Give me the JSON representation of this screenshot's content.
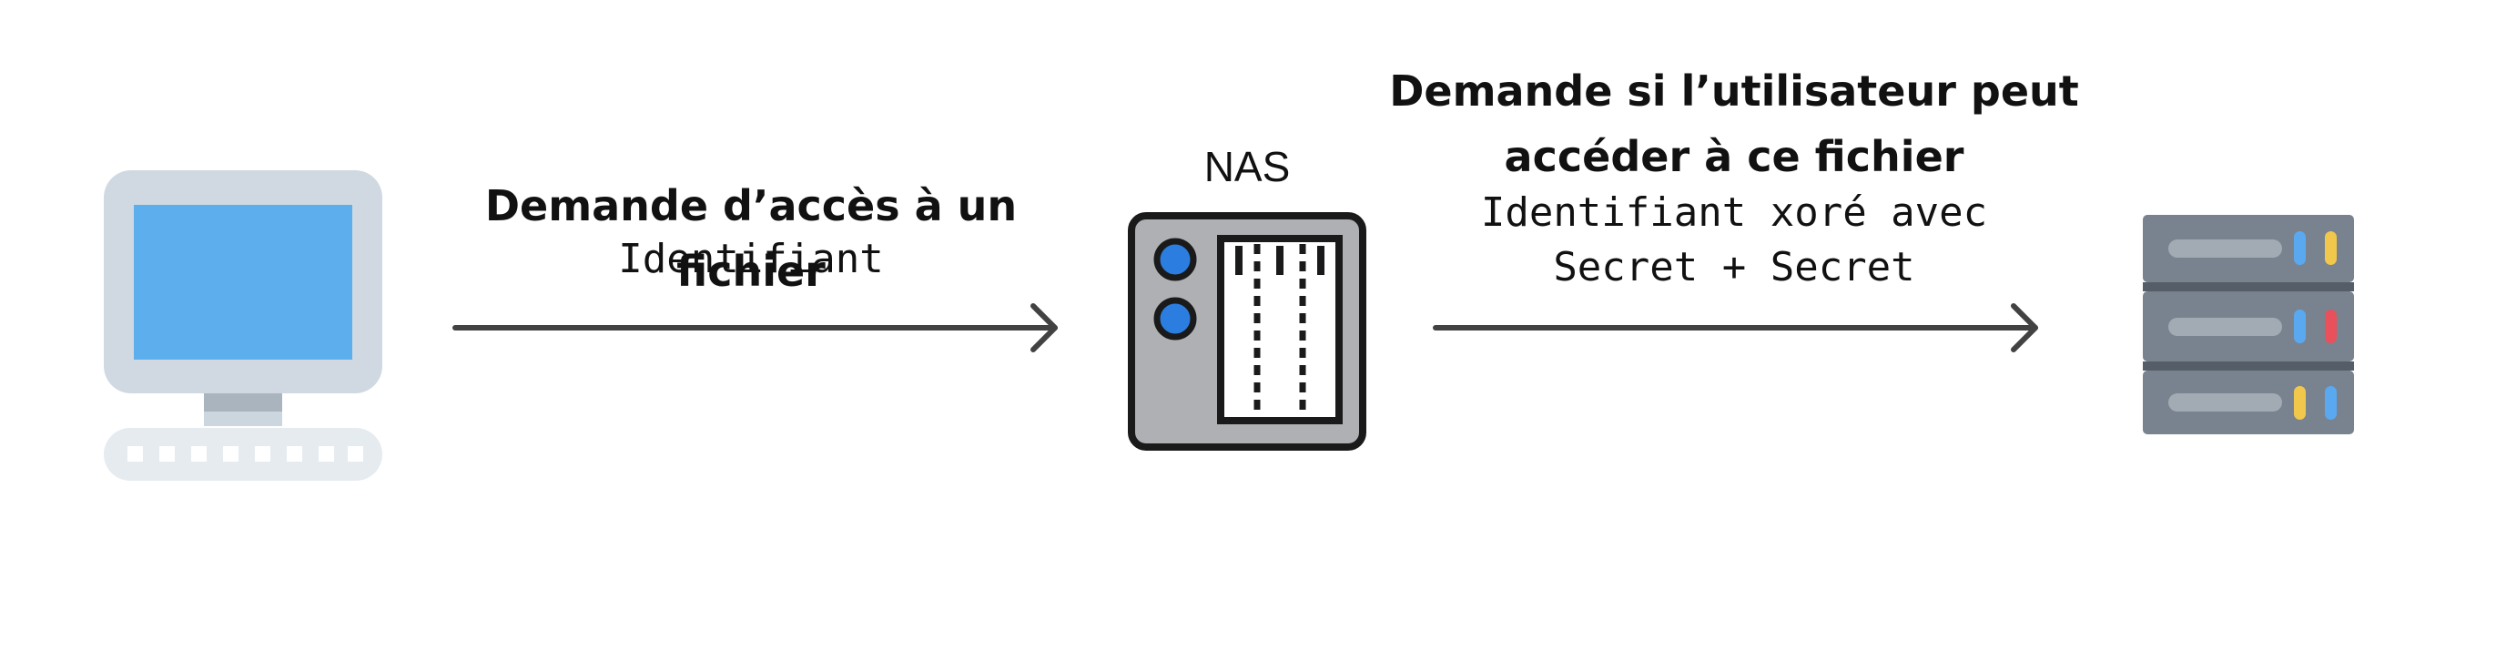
{
  "nodes": {
    "client": {
      "icon": "desktop-computer-icon"
    },
    "nas": {
      "title": "NAS",
      "icon": "nas-storage-icon"
    },
    "server": {
      "icon": "server-rack-icon"
    }
  },
  "arrow_1": {
    "title": "Demande d’accès à un fichier",
    "detail": "Identifiant"
  },
  "arrow_2": {
    "title_line1": "Demande si l’utilisateur peut",
    "title_line2": "accéder à ce fichier",
    "detail_line1": "Identifiant xoré avec",
    "detail_line2": "Secret + Secret"
  },
  "colors": {
    "monitor_frame": "#d0d9e1",
    "monitor_screen": "#5daeec",
    "keyboard": "#e6ebf0",
    "arrow": "#424242",
    "nas_body": "#aeb0b4",
    "nas_button": "#2b7de0",
    "server_body": "#78838f",
    "led_blue": "#5aa9f0",
    "led_yellow": "#f2c84c",
    "led_red": "#e8505b"
  }
}
